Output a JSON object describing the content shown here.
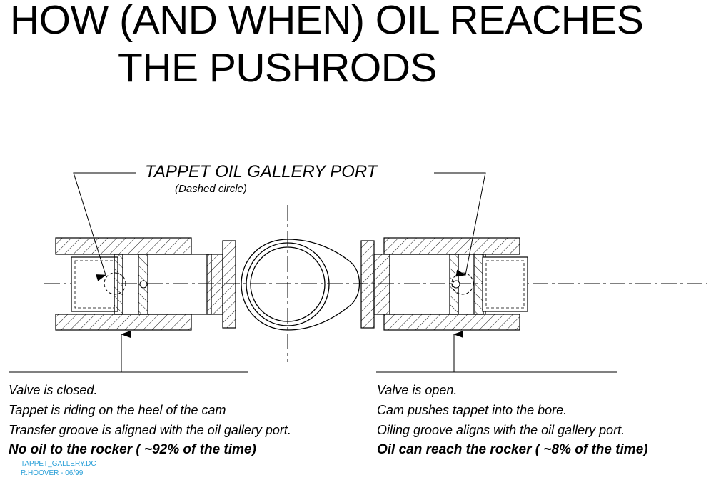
{
  "title": {
    "line1": "HOW (AND WHEN) OIL REACHES",
    "line2": "THE PUSHRODS"
  },
  "callout": {
    "label": "TAPPET OIL GALLERY PORT",
    "sublabel": "(Dashed circle)"
  },
  "left_notes": {
    "line1": "Valve is closed.",
    "line2": "Tappet is riding on the heel of the cam",
    "line3": "Transfer groove is aligned with the oil gallery port.",
    "line4": "No oil to the rocker ( ~92% of the time)"
  },
  "right_notes": {
    "line1": "Valve is open.",
    "line2": "Cam pushes tappet into the bore.",
    "line3": "Oiling groove aligns with the oil gallery port.",
    "line4": "Oil can reach the rocker ( ~8% of the time)"
  },
  "drawing_stamp": {
    "filename": "TAPPET_GALLERY.DC",
    "author": "R.HOOVER - 06/99"
  },
  "colors": {
    "ink": "#000000",
    "stamp": "#2aa0d8"
  }
}
